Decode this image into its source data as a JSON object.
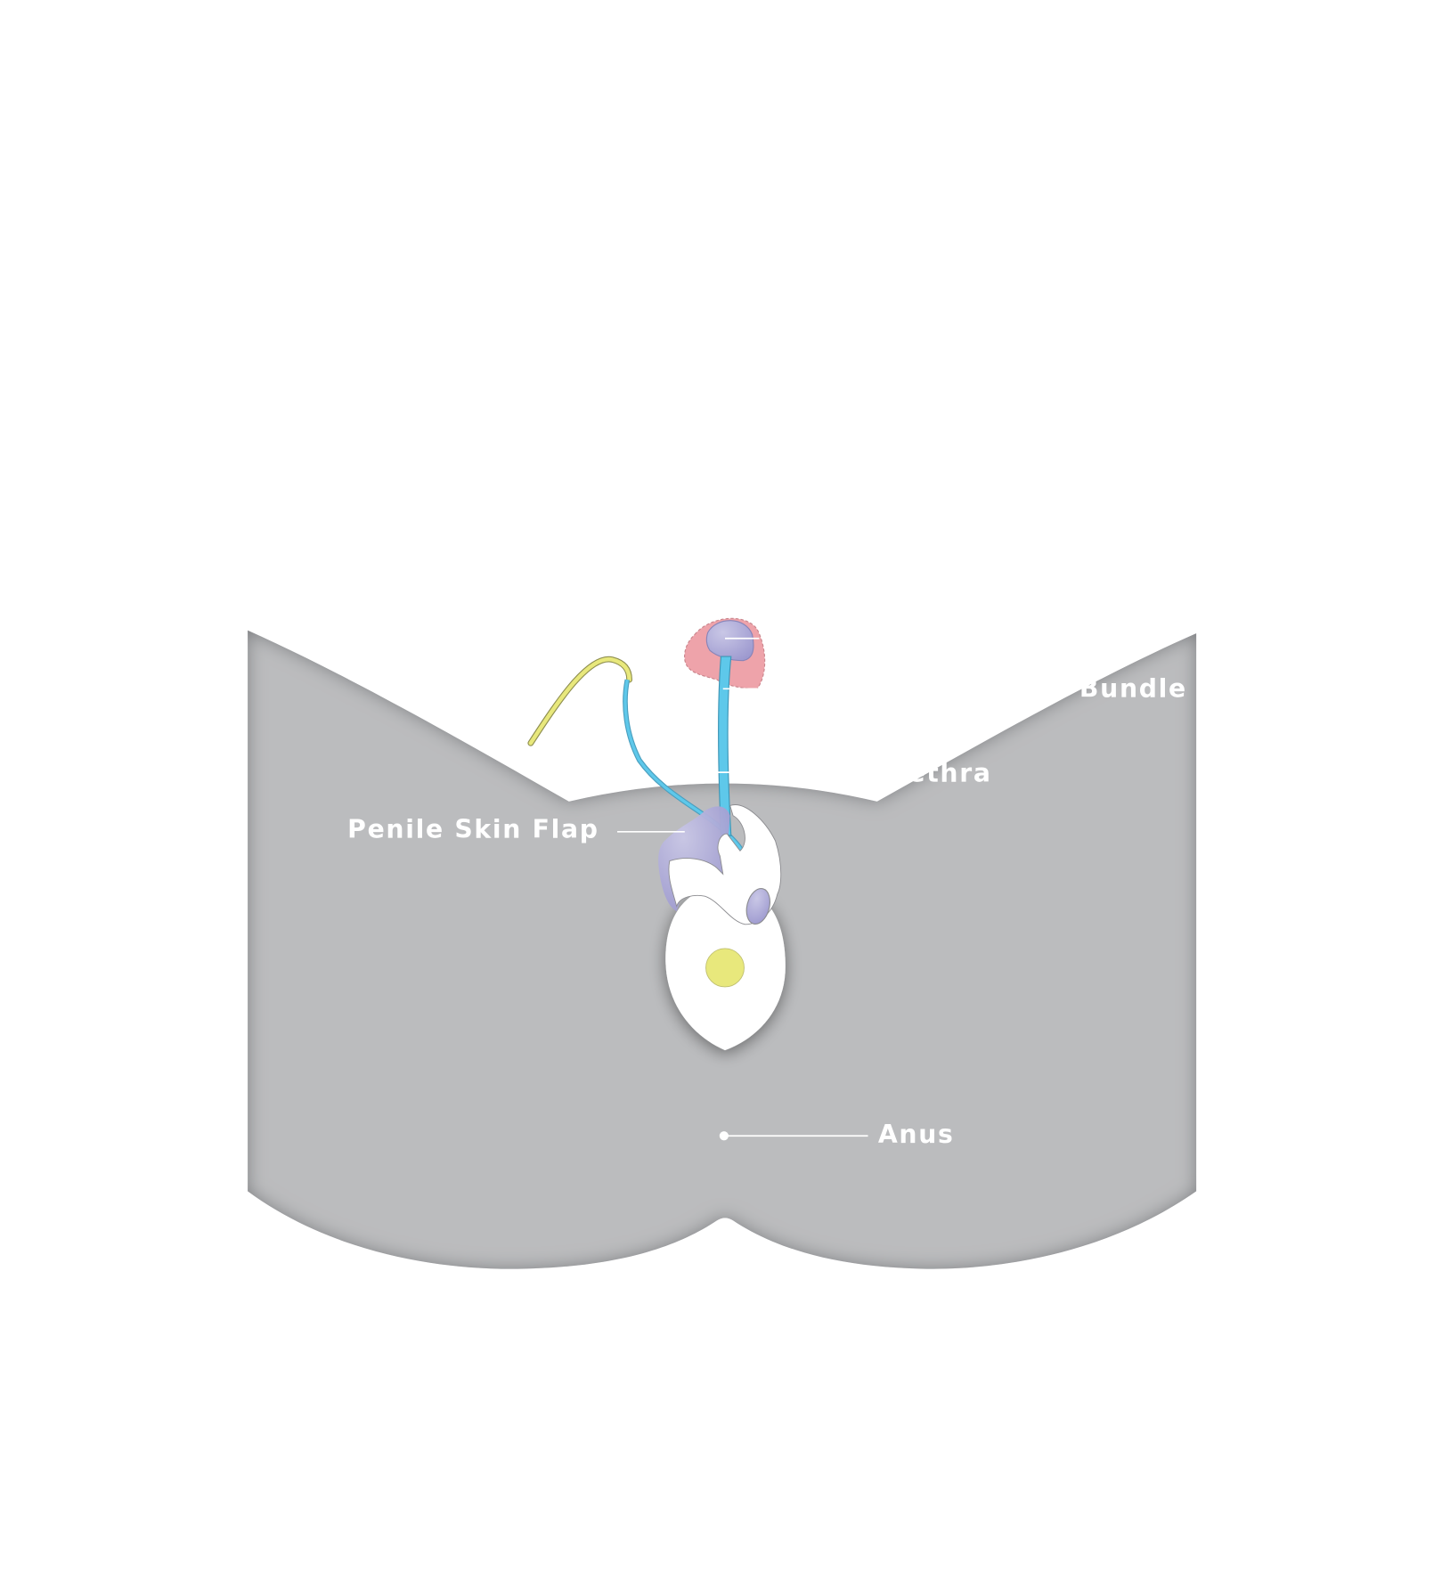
{
  "labels": {
    "penile_skin_flap": "Penile Skin Flap",
    "neurovascular_bundle": "Neurovascular Bundle",
    "urethra": "Urethra",
    "anus": "Anus"
  },
  "colors": {
    "body": "#bbbcbe",
    "pink_tissue": "#eea3aa",
    "purple_tissue": "#aba8d6",
    "urethra_blue": "#5ec8ea",
    "yellow": "#e8e87c",
    "label": "#ffffff"
  }
}
